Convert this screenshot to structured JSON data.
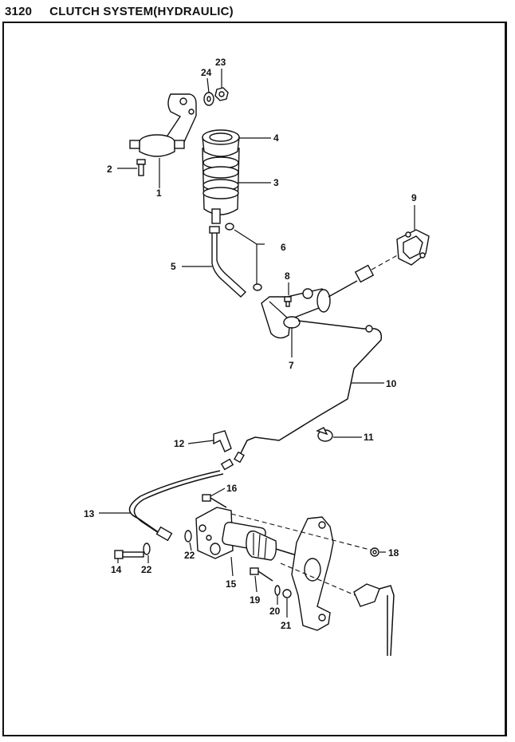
{
  "header": {
    "number": "3120",
    "title": "CLUTCH SYSTEM(HYDRAULIC)"
  },
  "labels": {
    "p1": "1",
    "p2": "2",
    "p3": "3",
    "p4": "4",
    "p5": "5",
    "p6": "6",
    "p7": "7",
    "p8": "8",
    "p9": "9",
    "p10": "10",
    "p11": "11",
    "p12": "12",
    "p13": "13",
    "p14": "14",
    "p15": "15",
    "p16": "16",
    "p18": "18",
    "p19": "19",
    "p20": "20",
    "p21": "21",
    "p22a": "22",
    "p22b": "22",
    "p23": "23",
    "p24": "24"
  }
}
